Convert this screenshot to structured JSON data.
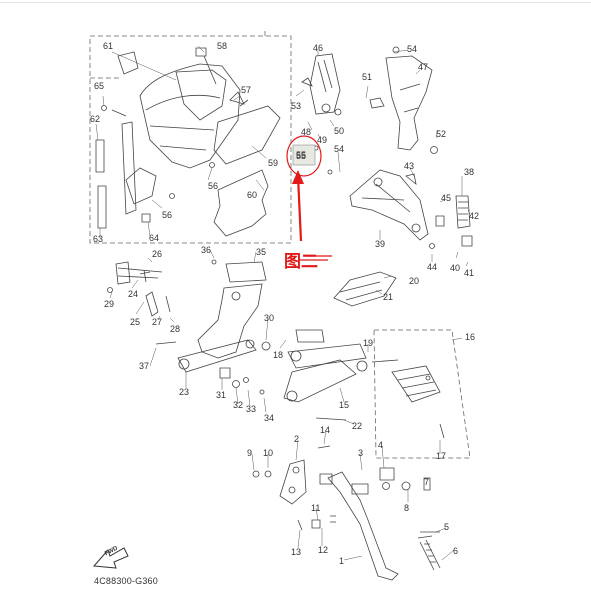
{
  "diagram": {
    "catalog_code": "4C88300-G360",
    "figure_mark": "图二",
    "highlighted_part": "55",
    "fwd_label": "FWD",
    "accent_color": "#e21a1a",
    "part_numbers": [
      "61",
      "58",
      "65",
      "57",
      "62",
      "59",
      "56",
      "60",
      "63",
      "56",
      "64",
      "46",
      "54",
      "51",
      "47",
      "53",
      "50",
      "48",
      "49",
      "52",
      "55",
      "54",
      "43",
      "45",
      "38",
      "42",
      "39",
      "44",
      "40",
      "41",
      "36",
      "35",
      "26",
      "24",
      "29",
      "25",
      "27",
      "28",
      "30",
      "18",
      "20",
      "21",
      "19",
      "16",
      "37",
      "23",
      "31",
      "32",
      "33",
      "34",
      "15",
      "22",
      "17",
      "14",
      "2",
      "9",
      "10",
      "3",
      "4",
      "8",
      "7",
      "11",
      "13",
      "12",
      "5",
      "6",
      "1"
    ]
  }
}
